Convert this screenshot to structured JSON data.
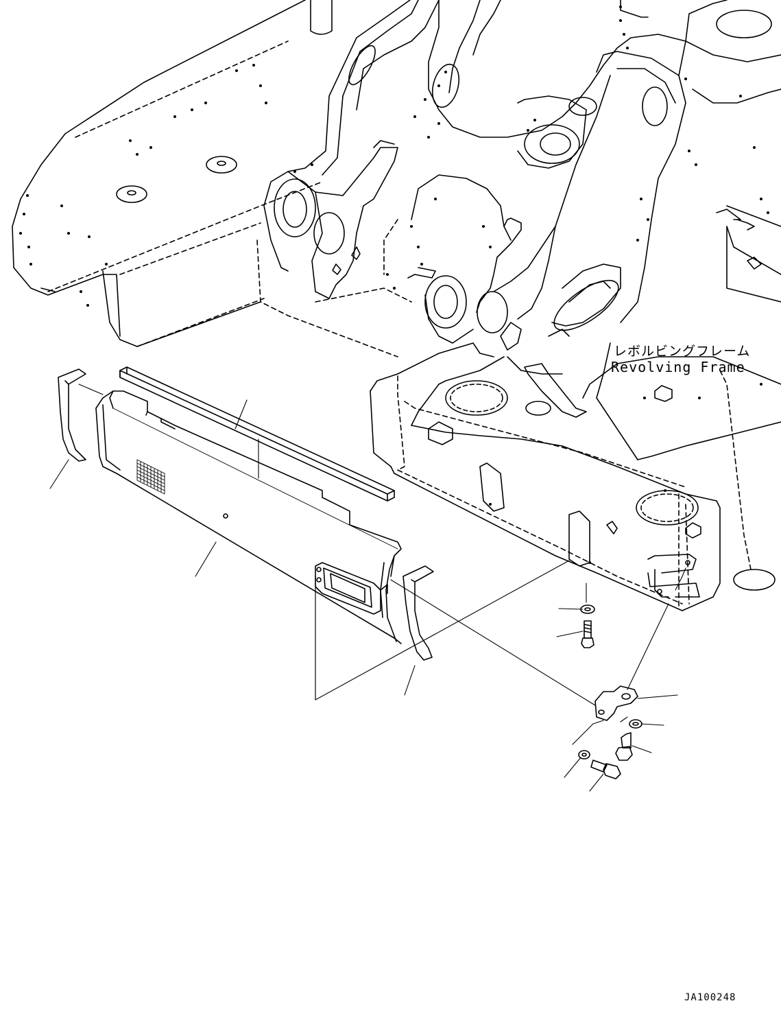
{
  "labels": {
    "frame_name_jp": "レボルビングフレーム",
    "frame_name_en": "Revolving Frame"
  },
  "drawing_id": "JA100248"
}
